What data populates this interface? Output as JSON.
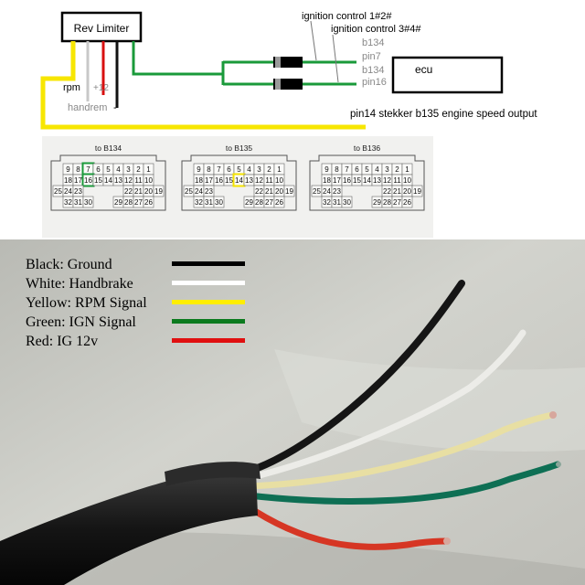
{
  "wiring_diagram": {
    "rev_limiter_label": "Rev Limiter",
    "rpm_label": "rpm",
    "plus12_label": "+12",
    "handrem_label": "handrem",
    "minus_label": "-",
    "ignition_control_1": "ignition control 1#2#",
    "ignition_control_2": "ignition control 3#4#",
    "b134_top": "b134",
    "pin7_label": "pin7",
    "b134_bottom": "b134",
    "pin16_label": "pin16",
    "ecu_label": "ecu",
    "pin14_note": "pin14 stekker b135 engine speed output"
  },
  "connectors": [
    {
      "name": "to B134",
      "rows": [
        [
          "9",
          "8",
          "7",
          "6",
          "5",
          "4",
          "3",
          "2",
          "1"
        ],
        [
          "18",
          "17",
          "16",
          "15",
          "14",
          "13",
          "12",
          "11",
          "10"
        ],
        [
          "25",
          "24",
          "23",
          "",
          "",
          "",
          "",
          "22",
          "21",
          "20",
          "19"
        ],
        [
          "32",
          "31",
          "30",
          "",
          "",
          "29",
          "28",
          "27",
          "26"
        ]
      ],
      "highlight": [
        "7",
        "16"
      ],
      "highlight_color": "#1a9a3a"
    },
    {
      "name": "to B135",
      "rows": [
        [
          "9",
          "8",
          "7",
          "6",
          "5",
          "4",
          "3",
          "2",
          "1"
        ],
        [
          "18",
          "17",
          "16",
          "15",
          "14",
          "13",
          "12",
          "11",
          "10"
        ],
        [
          "25",
          "24",
          "23",
          "",
          "",
          "",
          "",
          "22",
          "21",
          "20",
          "19"
        ],
        [
          "32",
          "31",
          "30",
          "",
          "",
          "29",
          "28",
          "27",
          "26"
        ]
      ],
      "highlight": [
        "14"
      ],
      "highlight_color": "#f4e300"
    },
    {
      "name": "to B136",
      "rows": [
        [
          "9",
          "8",
          "7",
          "6",
          "5",
          "4",
          "3",
          "2",
          "1"
        ],
        [
          "18",
          "17",
          "16",
          "15",
          "14",
          "13",
          "12",
          "11",
          "10"
        ],
        [
          "25",
          "24",
          "23",
          "",
          "",
          "",
          "",
          "22",
          "21",
          "20",
          "19"
        ],
        [
          "32",
          "31",
          "30",
          "",
          "",
          "29",
          "28",
          "27",
          "26"
        ]
      ],
      "highlight": [],
      "highlight_color": ""
    }
  ],
  "legend": [
    {
      "label": "Black: Ground",
      "color": "#000000"
    },
    {
      "label": "White: Handbrake",
      "color": "#ffffff"
    },
    {
      "label": "Yellow: RPM Signal",
      "color": "#ffee00"
    },
    {
      "label": "Green: IGN Signal",
      "color": "#0b7a1e"
    },
    {
      "label": "Red: IG 12v",
      "color": "#e01010"
    }
  ],
  "colors": {
    "yellow_wire": "#f7e600",
    "green_wire": "#1a9a3a",
    "red_wire": "#d81010",
    "white_wire": "#bfbfbf",
    "black_wire": "#111111"
  }
}
